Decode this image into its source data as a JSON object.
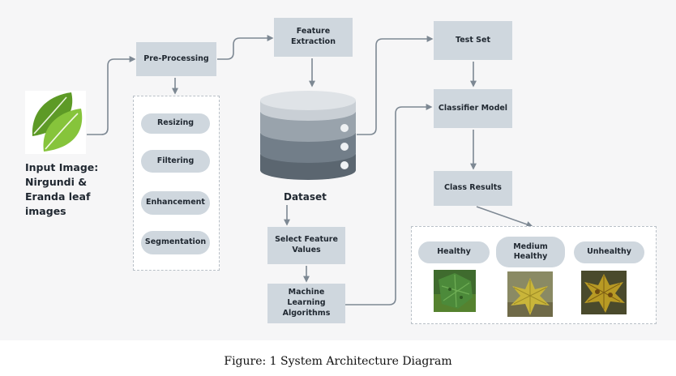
{
  "input": {
    "label_lines": [
      "Input Image:",
      "Nirgundi &",
      "Eranda leaf",
      "images"
    ]
  },
  "steps": {
    "preprocessing": "Pre-Processing",
    "feature_extraction": [
      "Feature",
      "Extraction"
    ],
    "test_set": "Test Set",
    "classifier_model": "Classifier Model",
    "class_results": "Class Results",
    "select_feature": [
      "Select Feature",
      "Values"
    ],
    "ml_algorithms": [
      "Machine Learning",
      "Algorithms"
    ]
  },
  "preprocessing_substeps": [
    "Resizing",
    "Filtering",
    "Enhancement",
    "Segmentation"
  ],
  "dataset": {
    "label": "Dataset"
  },
  "results": [
    {
      "label_lines": [
        "Healthy"
      ]
    },
    {
      "label_lines": [
        "Medium",
        "Healthy"
      ]
    },
    {
      "label_lines": [
        "Unhealthy"
      ]
    }
  ],
  "caption": "Figure: 1 System Architecture Diagram",
  "colors": {
    "panel_bg": "#f6f6f7",
    "box_fill": "#cfd7de",
    "connector": "#7d8893",
    "leaf_green": "#6fae2d",
    "dataset_dark": "#5b6670"
  }
}
